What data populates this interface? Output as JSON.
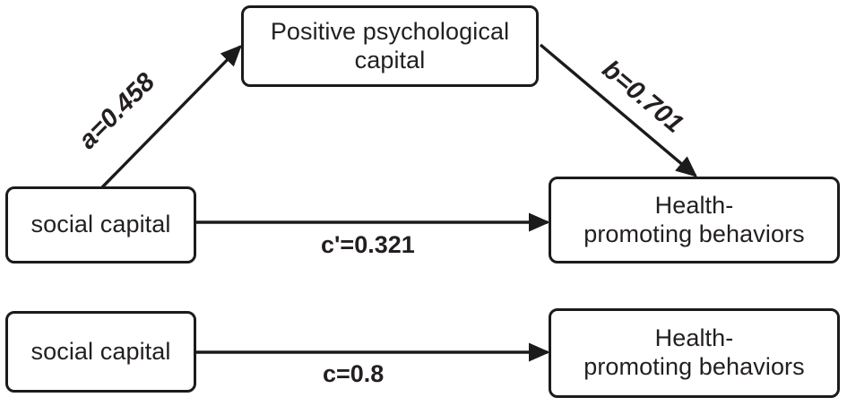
{
  "diagram": {
    "type": "mediation-path-diagram",
    "title": "",
    "background_color": "#ffffff",
    "stroke_color": "#1b1b1b",
    "text_color": "#231f20",
    "nodes": [
      {
        "id": "ppc",
        "label": "Positive psychological capital",
        "role": "mediator"
      },
      {
        "id": "sc_top",
        "label": "social capital",
        "role": "predictor"
      },
      {
        "id": "hpb_top",
        "label": "Health-\npromoting behaviors",
        "role": "outcome"
      },
      {
        "id": "sc_bot",
        "label": "social capital",
        "role": "predictor"
      },
      {
        "id": "hpb_bot",
        "label": "Health-\npromoting behaviors",
        "role": "outcome"
      }
    ],
    "paths": [
      {
        "id": "a",
        "from": "sc_top",
        "to": "ppc",
        "label": "a=0.458",
        "coefficient": 0.458,
        "style": "arrow"
      },
      {
        "id": "b",
        "from": "ppc",
        "to": "hpb_top",
        "label": "b=0.701",
        "coefficient": 0.701,
        "style": "arrow"
      },
      {
        "id": "cprime",
        "from": "sc_top",
        "to": "hpb_top",
        "label": "c'=0.321",
        "coefficient": 0.321,
        "style": "arrow"
      },
      {
        "id": "c",
        "from": "sc_bot",
        "to": "hpb_bot",
        "label": "c=0.8",
        "coefficient": 0.8,
        "style": "arrow"
      }
    ]
  },
  "chart_data": {
    "type": "diagram",
    "title": "",
    "categories": [
      "a",
      "b",
      "c'",
      "c"
    ],
    "values": [
      0.458,
      0.701,
      0.321,
      0.8
    ],
    "labels": [
      "a=0.458",
      "b=0.701",
      "c'=0.321",
      "c=0.8"
    ],
    "xlabel": "",
    "ylabel": ""
  }
}
